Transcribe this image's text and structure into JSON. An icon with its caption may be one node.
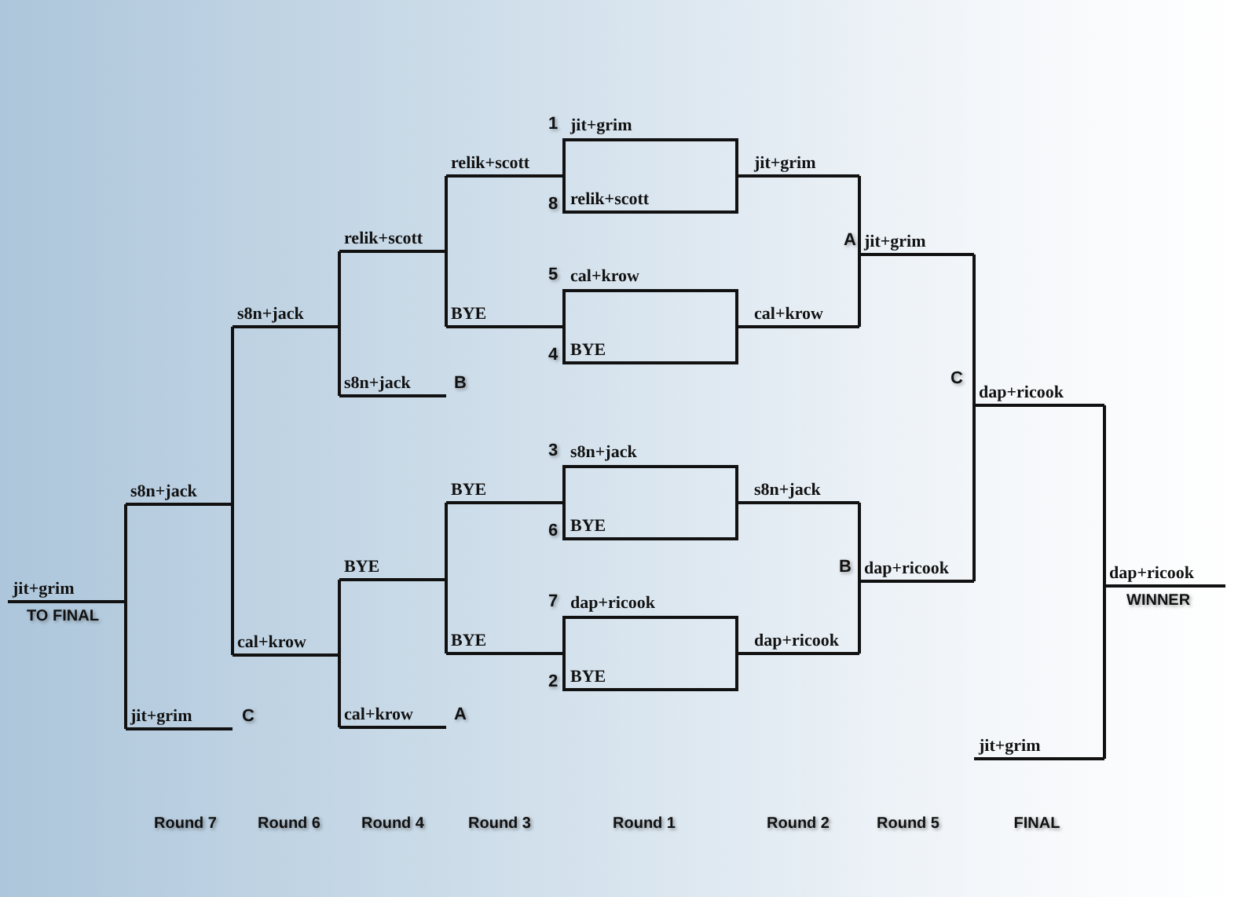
{
  "diagram": {
    "nodes": [
      {
        "text": [
          "jit+grim"
        ],
        "beside": [
          "TO FINAL"
        ]
      },
      {
        "text": [
          "s8n+jack"
        ]
      },
      {
        "text": [
          "jit+grim"
        ],
        "beside": [
          "C"
        ]
      },
      {
        "text": [
          "s8n+jack"
        ]
      },
      {
        "text": [
          "cal+krow"
        ]
      },
      {
        "text": [
          "relik+scott"
        ]
      },
      {
        "text": [
          "s8n+jack"
        ],
        "beside": [
          "B"
        ]
      },
      {
        "text": [
          "BYE"
        ]
      },
      {
        "text": [
          "cal+krow"
        ],
        "beside": [
          "A"
        ]
      },
      {
        "text": [
          "relik+scott"
        ]
      },
      {
        "text": [
          "BYE"
        ]
      },
      {
        "text": [
          "BYE"
        ]
      },
      {
        "text": [
          "BYE"
        ]
      },
      {
        "text": [
          "jit+grim",
          "relik+scott"
        ],
        "beside": [
          "1",
          "8"
        ]
      },
      {
        "text": [
          "cal+krow",
          "BYE"
        ],
        "beside": [
          "5",
          "4"
        ]
      },
      {
        "text": [
          "s8n+jack",
          "BYE"
        ],
        "beside": [
          "3",
          "6"
        ]
      },
      {
        "text": [
          "dap+ricook",
          "BYE"
        ],
        "beside": [
          "7",
          "2"
        ]
      },
      {
        "text": [
          "jit+grim"
        ]
      },
      {
        "text": [
          "cal+krow"
        ]
      },
      {
        "text": [
          "s8n+jack"
        ]
      },
      {
        "text": [
          "dap+ricook"
        ]
      },
      {
        "text": [
          "jit+grim"
        ],
        "beside": [
          "A"
        ]
      },
      {
        "text": [
          "dap+ricook"
        ],
        "beside": [
          "B"
        ]
      },
      {
        "text": [
          "dap+ricook"
        ],
        "beside": [
          "C"
        ]
      },
      {
        "text": [
          "jit+grim"
        ]
      },
      {
        "text": [
          "dap+ricook"
        ],
        "beside": [
          "WINNER"
        ]
      }
    ],
    "edges": [
      {
        "from": 1,
        "to": 0,
        "arrow": "none"
      },
      {
        "from": 2,
        "to": 0,
        "arrow": "none"
      },
      {
        "from": 3,
        "to": 1,
        "arrow": "none"
      },
      {
        "from": 4,
        "to": 1,
        "arrow": "none"
      },
      {
        "from": 5,
        "to": 3,
        "arrow": "none"
      },
      {
        "from": 6,
        "to": 3,
        "arrow": "none"
      },
      {
        "from": 7,
        "to": 4,
        "arrow": "none"
      },
      {
        "from": 8,
        "to": 4,
        "arrow": "none"
      },
      {
        "from": 9,
        "to": 5,
        "arrow": "none"
      },
      {
        "from": 10,
        "to": 5,
        "arrow": "none"
      },
      {
        "from": 11,
        "to": 7,
        "arrow": "none"
      },
      {
        "from": 12,
        "to": 7,
        "arrow": "none"
      },
      {
        "from": 13,
        "to": 9,
        "arrow": "none"
      },
      {
        "from": 14,
        "to": 10,
        "arrow": "none"
      },
      {
        "from": 15,
        "to": 11,
        "arrow": "none"
      },
      {
        "from": 16,
        "to": 12,
        "arrow": "none"
      },
      {
        "from": 13,
        "to": 17,
        "arrow": "none"
      },
      {
        "from": 14,
        "to": 18,
        "arrow": "none"
      },
      {
        "from": 15,
        "to": 19,
        "arrow": "none"
      },
      {
        "from": 16,
        "to": 20,
        "arrow": "none"
      },
      {
        "from": 17,
        "to": 21,
        "arrow": "none"
      },
      {
        "from": 18,
        "to": 21,
        "arrow": "none"
      },
      {
        "from": 19,
        "to": 22,
        "arrow": "none"
      },
      {
        "from": 20,
        "to": 22,
        "arrow": "none"
      },
      {
        "from": 21,
        "to": 23,
        "arrow": "none"
      },
      {
        "from": 22,
        "to": 23,
        "arrow": "none"
      },
      {
        "from": 23,
        "to": 25,
        "arrow": "none"
      },
      {
        "from": 24,
        "to": 25,
        "arrow": "none"
      }
    ],
    "labels": [
      "Round 7",
      "Round 6",
      "Round 4",
      "Round 3",
      "Round 1",
      "Round 2",
      "Round 5",
      "FINAL"
    ]
  }
}
